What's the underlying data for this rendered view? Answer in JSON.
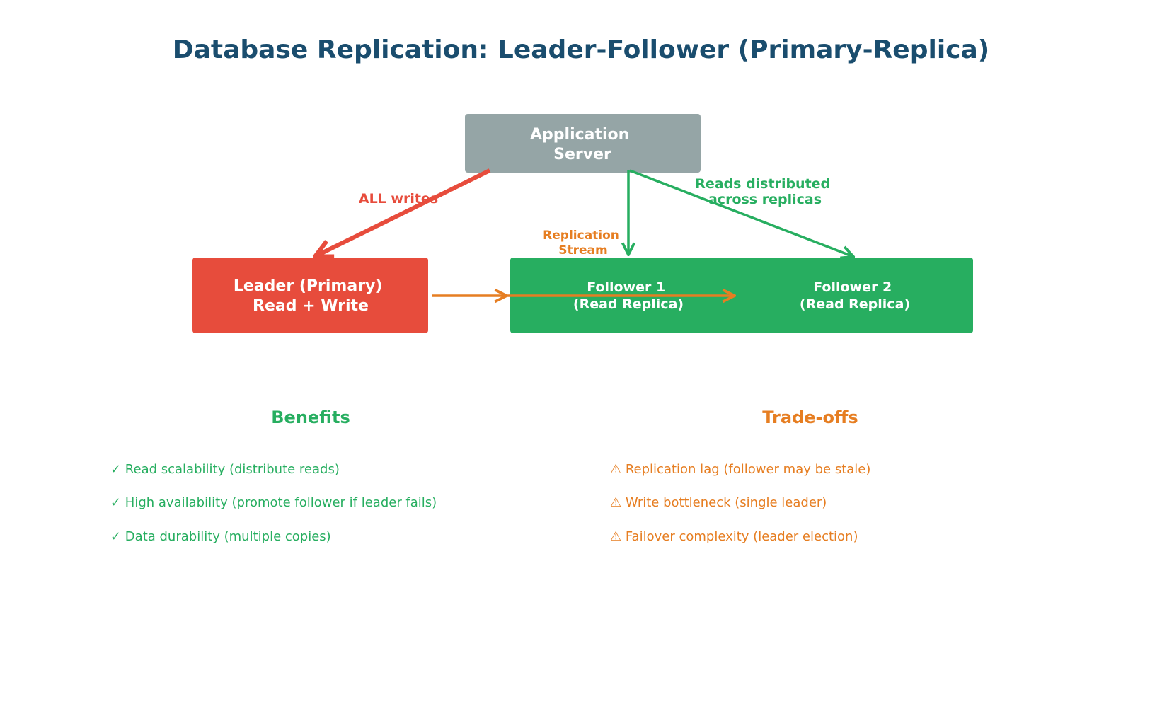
{
  "title": "Database Replication: Leader-Follower (Primary-Replica)",
  "colors": {
    "title": "#1a4d6e",
    "app_server": "#95a5a6",
    "leader": "#e74c3c",
    "follower": "#27ae60",
    "replication": "#e67e22",
    "white": "#ffffff"
  },
  "nodes": {
    "app_server": {
      "line1": "Application",
      "line2": "Server"
    },
    "leader": {
      "line1": "Leader (Primary)",
      "line2": "Read + Write"
    },
    "follower1": {
      "line1": "Follower 1",
      "line2": "(Read Replica)"
    },
    "follower2": {
      "line1": "Follower 2",
      "line2": "(Read Replica)"
    }
  },
  "edges": {
    "writes": {
      "label": "ALL writes"
    },
    "reads": {
      "line1": "Reads distributed",
      "line2": "across replicas"
    },
    "replication": {
      "line1": "Replication",
      "line2": "Stream"
    }
  },
  "benefits": {
    "heading": "Benefits",
    "items": [
      "✓ Read scalability (distribute reads)",
      "✓ High availability (promote follower if leader fails)",
      "✓ Data durability (multiple copies)"
    ]
  },
  "tradeoffs": {
    "heading": "Trade-offs",
    "items": [
      "⚠ Replication lag (follower may be stale)",
      "⚠ Write bottleneck (single leader)",
      "⚠ Failover complexity (leader election)"
    ]
  }
}
